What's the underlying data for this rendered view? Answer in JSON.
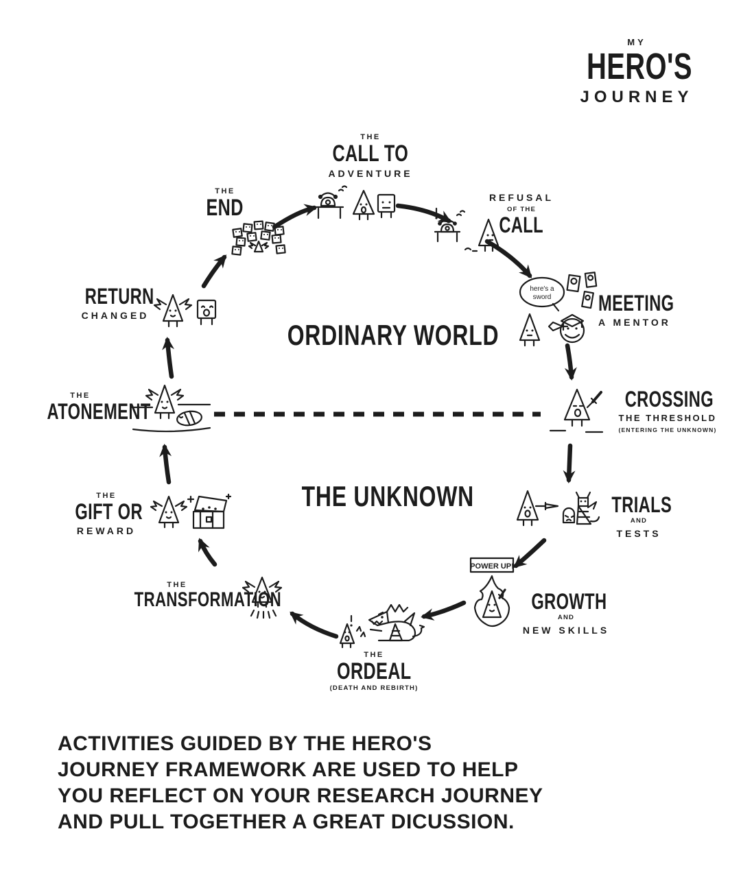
{
  "title": {
    "line1": "MY",
    "line2": "HERO'S",
    "line3": "JOURNEY"
  },
  "regions": {
    "upper": "ORDINARY WORLD",
    "lower": "THE UNKNOWN"
  },
  "stages": {
    "call": {
      "pre": "THE",
      "big": "CALL TO",
      "spaced": "ADVENTURE"
    },
    "refusal": {
      "spaced": "REFUSAL",
      "tiny": "OF THE",
      "big": "CALL"
    },
    "mentor": {
      "big": "MEETING",
      "spaced": "A MENTOR"
    },
    "crossing": {
      "big": "CROSSING",
      "spaced": "THE THRESHOLD",
      "tiny": "(ENTERING THE UNKNOWN)"
    },
    "trials": {
      "big": "TRIALS",
      "tiny": "AND",
      "spaced": "TESTS"
    },
    "growth": {
      "big": "GROWTH",
      "tiny": "AND",
      "spaced": "NEW SKILLS"
    },
    "ordeal": {
      "pre": "THE",
      "big": "ORDEAL",
      "tiny": "(DEATH AND REBIRTH)"
    },
    "transformation": {
      "pre": "THE",
      "big": "TRANSFORMATION"
    },
    "gift": {
      "pre": "THE",
      "big": "GIFT OR",
      "spaced": "REWARD"
    },
    "atonement": {
      "pre": "THE",
      "big": "ATONEMENT"
    },
    "return": {
      "big": "RETURN",
      "spaced": "CHANGED"
    },
    "end": {
      "pre": "THE",
      "big": "END"
    }
  },
  "callouts": {
    "mentor_speech_line1": "here's a",
    "mentor_speech_line2": "sword",
    "power_up": "POWER UP!"
  },
  "footer": {
    "lines": [
      "ACTIVITIES GUIDED BY THE HERO'S",
      "JOURNEY FRAMEWORK ARE USED TO HELP",
      "YOU REFLECT ON YOUR RESEARCH JOURNEY",
      "AND PULL TOGETHER A GREAT DICUSSION."
    ]
  },
  "colors": {
    "ink": "#1c1c1c",
    "background": "#ffffff"
  }
}
